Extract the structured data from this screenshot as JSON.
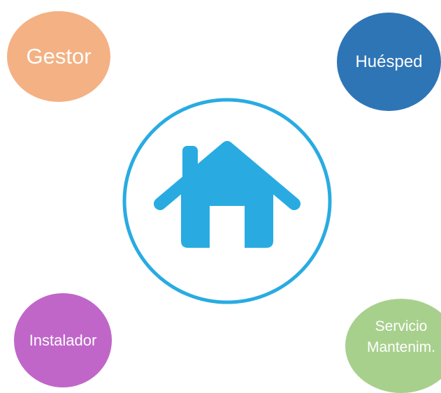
{
  "roles": {
    "gestor": {
      "label": "Gestor",
      "color": "#f4b183"
    },
    "huesped": {
      "label": "Huésped",
      "color": "#2e75b6"
    },
    "instalador": {
      "label": "Instalador",
      "color": "#c066c9"
    },
    "servicio": {
      "line1": "Servicio",
      "line2": "Mantenim.",
      "color": "#a8d08d"
    }
  },
  "hub": {
    "icon": "house-icon",
    "color": "#29abe2"
  }
}
